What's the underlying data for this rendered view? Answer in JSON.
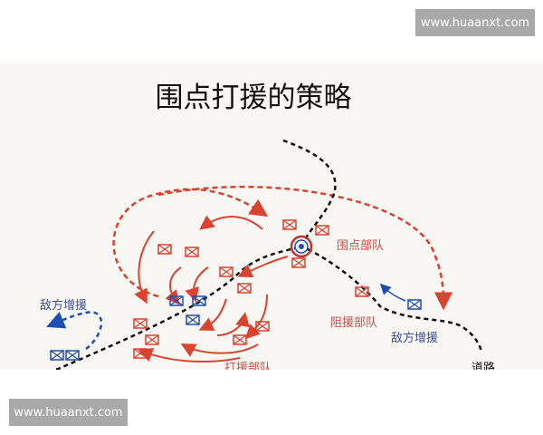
{
  "watermark": {
    "top": "www.huaanxt.com",
    "bottom": "www.huaanxt.com"
  },
  "diagram": {
    "title": "围点打援的策略",
    "labels": {
      "siege_unit": "围点部队",
      "blocking_unit": "阻援部队",
      "enemy_reinforcement_right": "敌方增援",
      "enemy_reinforcement_left": "敌方增援",
      "strike_unit": "打援部队",
      "road": "道路"
    },
    "colors": {
      "friendly": "#d9432f",
      "enemy": "#1f4fb0",
      "road": "#111111",
      "background": "#f8f7f3"
    }
  }
}
